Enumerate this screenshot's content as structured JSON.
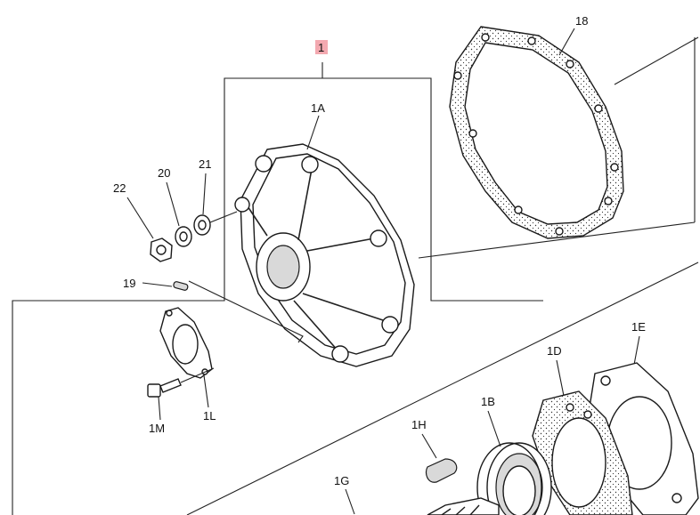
{
  "diagram": {
    "highlight_color": "#f3a9b0",
    "labels": {
      "l1": "1",
      "l1A": "1A",
      "l1B": "1B",
      "l1D": "1D",
      "l1E": "1E",
      "l1G": "1G",
      "l1H": "1H",
      "l1L": "1L",
      "l1M": "1M",
      "l18": "18",
      "l19": "19",
      "l20": "20",
      "l21": "21",
      "l22": "22"
    }
  }
}
